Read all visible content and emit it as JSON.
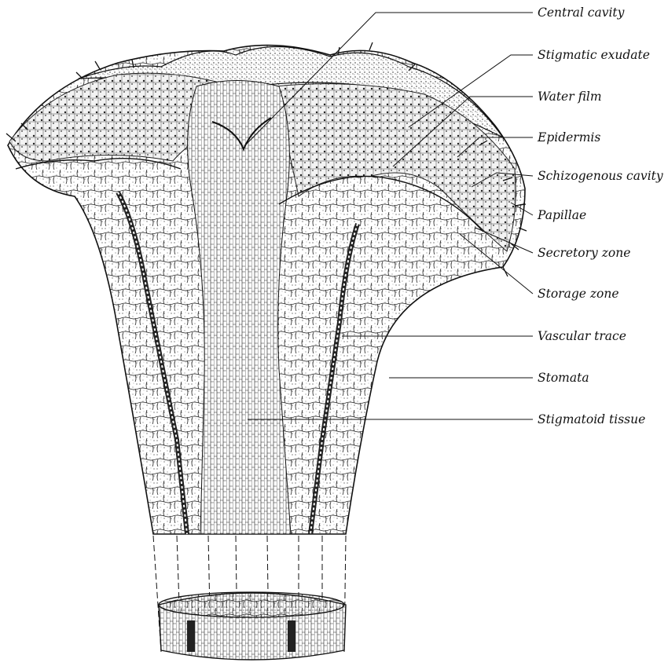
{
  "labels": [
    {
      "id": "central-cavity",
      "text": "Central cavity"
    },
    {
      "id": "stigmatic-exudate",
      "text": "Stigmatic exudate"
    },
    {
      "id": "water-film",
      "text": "Water film"
    },
    {
      "id": "epidermis",
      "text": "Epidermis"
    },
    {
      "id": "schizogenous-cavity",
      "text": "Schizogenous cavity"
    },
    {
      "id": "papillae",
      "text": "Papillae"
    },
    {
      "id": "secretory-zone",
      "text": "Secretory zone"
    },
    {
      "id": "storage-zone",
      "text": "Storage zone"
    },
    {
      "id": "vascular-trace",
      "text": "Vascular trace"
    },
    {
      "id": "stomata",
      "text": "Stomata"
    },
    {
      "id": "stigmatoid-tissue",
      "text": "Stigmatoid tissue"
    }
  ]
}
